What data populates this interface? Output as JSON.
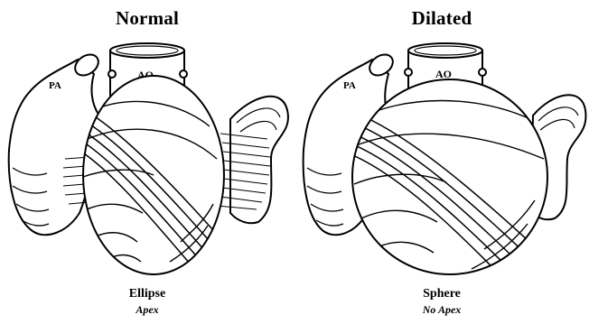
{
  "panels": [
    {
      "title": "Normal",
      "vessel_left": "PA",
      "vessel_top": "AO",
      "shape": "Ellipse",
      "apex": "Apex"
    },
    {
      "title": "Dilated",
      "vessel_left": "PA",
      "vessel_top": "AO",
      "shape": "Sphere",
      "apex": "No Apex"
    }
  ]
}
